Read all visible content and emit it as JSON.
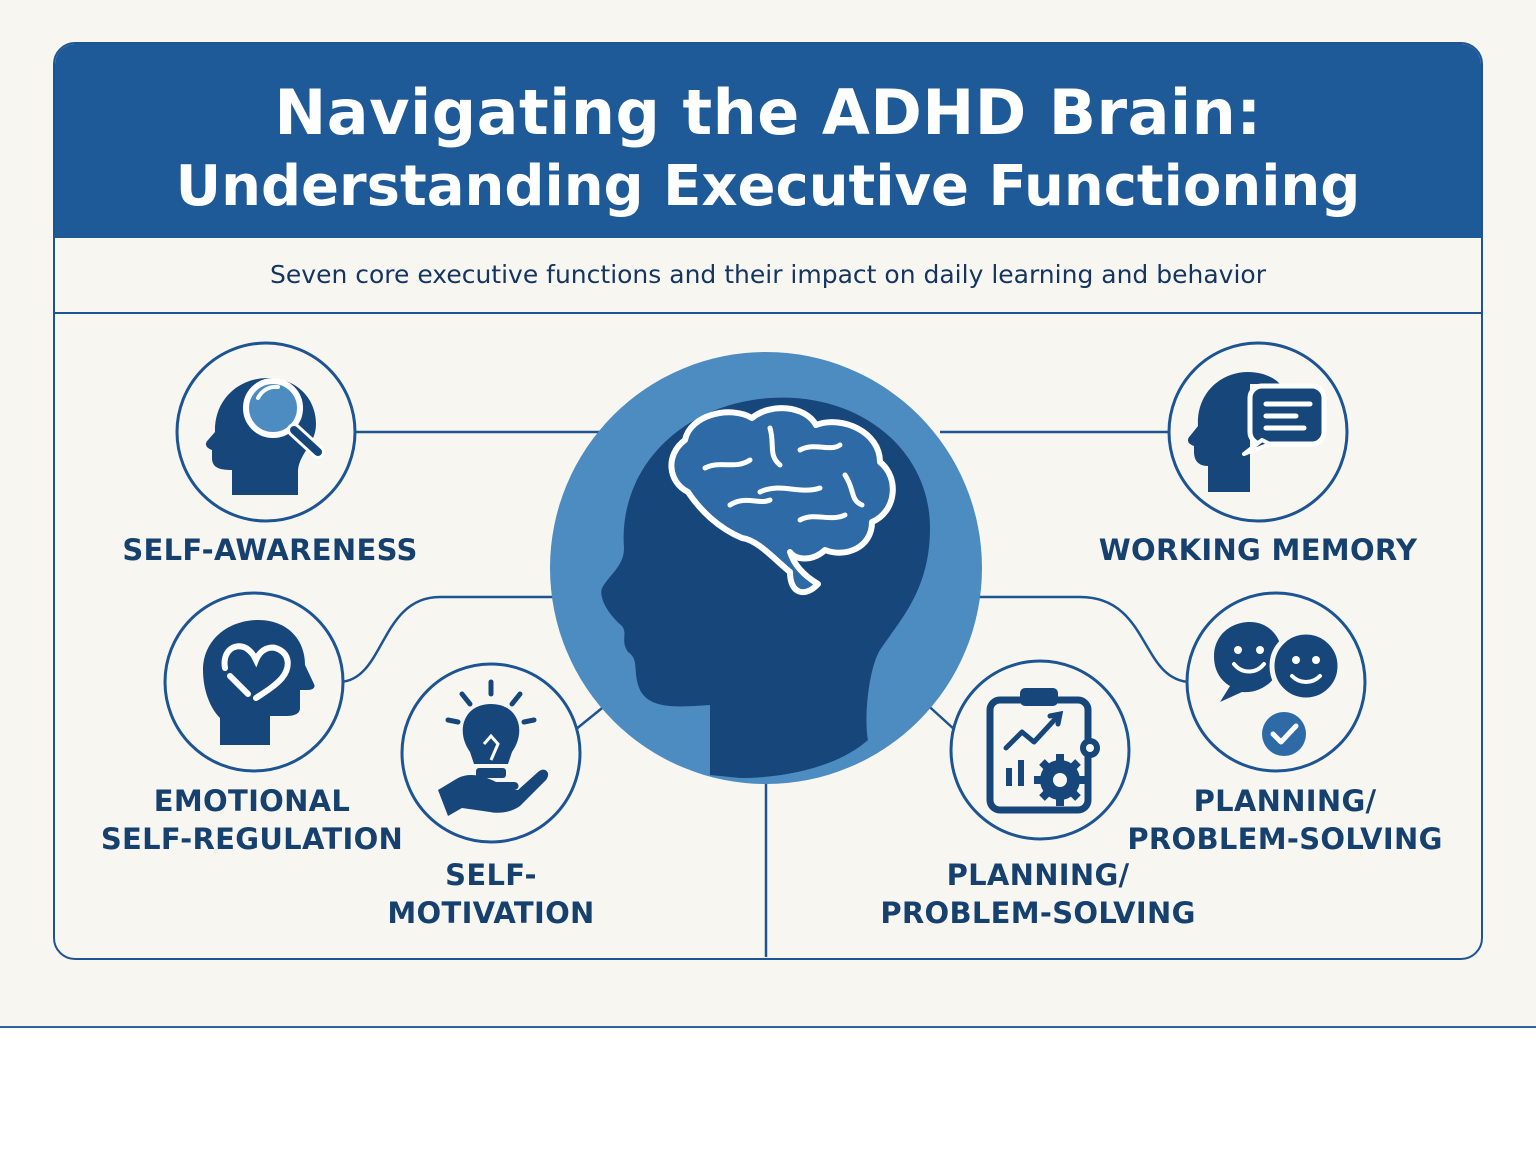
{
  "title": {
    "line1": "Navigating the ADHD Brain:",
    "line2": "Understanding Executive Functioning"
  },
  "subtitle": "Seven core executive functions and their impact on daily learning and behavior",
  "colors": {
    "primary": "#1e5a98",
    "dark_icon": "#17477a",
    "brain_circle": "#4d8cc1",
    "background": "#f8f6f1"
  },
  "center": {
    "icon": "head-with-brain-icon"
  },
  "functions": [
    {
      "id": "self-awareness",
      "icon": "head-magnifier-icon",
      "lines": [
        "SELF-AWARENESS"
      ]
    },
    {
      "id": "emotional-self-regulation",
      "icon": "head-heart-icon",
      "lines": [
        "EMOTIONAL",
        "SELF-REGULATION"
      ]
    },
    {
      "id": "self-motivation",
      "icon": "lightbulb-hand-icon",
      "lines": [
        "SELF-",
        "MOTIVATION"
      ]
    },
    {
      "id": "working-memory",
      "icon": "head-chat-icon",
      "lines": [
        "WORKING MEMORY"
      ]
    },
    {
      "id": "planning-problem-solving-1",
      "icon": "clipboard-gears-icon",
      "lines": [
        "PLANNING/",
        "PROBLEM-SOLVING"
      ]
    },
    {
      "id": "planning-problem-solving-2",
      "icon": "faces-check-icon",
      "lines": [
        "PLANNING/",
        "PROBLEM-SOLVING"
      ]
    }
  ]
}
